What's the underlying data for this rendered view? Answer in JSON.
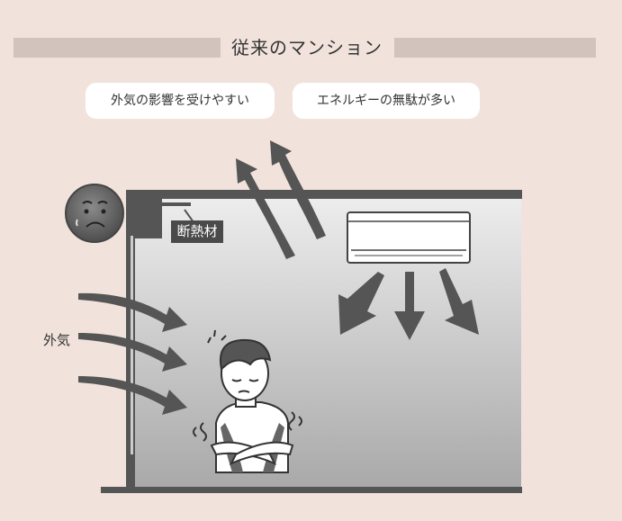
{
  "header": {
    "title": "従来のマンション"
  },
  "bubbles": [
    {
      "text": "外気の影響を受けやすい"
    },
    {
      "text": "エネルギーの無駄が多い"
    }
  ],
  "labels": {
    "insulation": "断熱材",
    "outside_air": "外気"
  },
  "icons": {
    "face": "worried-face-icon",
    "person": "shivering-person-icon",
    "ac": "air-conditioner-icon"
  },
  "colors": {
    "background": "#f1e3dc",
    "title_bar": "#d2c3bd",
    "wall": "#555555",
    "arrow": "#555555",
    "interior_top": "#e8e8e8",
    "interior_bottom": "#a8a8a8"
  }
}
